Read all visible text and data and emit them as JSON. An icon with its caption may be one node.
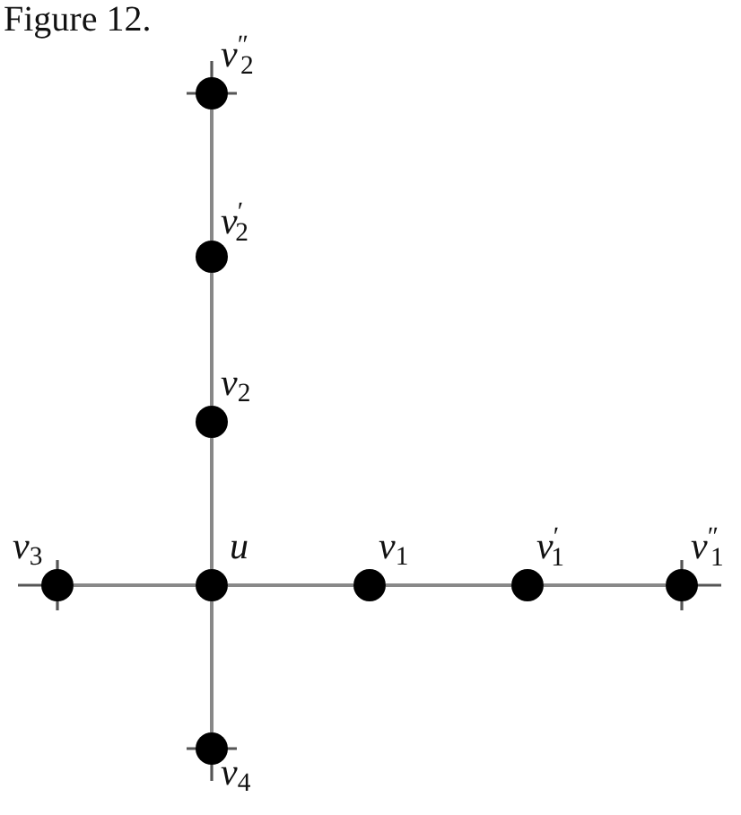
{
  "diagram": {
    "title": "Figure 12.",
    "nodes": [
      {
        "text": [],
        "shape": "circle",
        "beside": [
          "*v*$^{″}$$_{2}$"
        ]
      },
      {
        "text": [],
        "shape": "circle",
        "beside": [
          "*v*$^{′}$$_{2}$"
        ]
      },
      {
        "text": [],
        "shape": "circle",
        "beside": [
          "*v*$_{2}$"
        ]
      },
      {
        "text": [],
        "shape": "circle",
        "beside": [
          "*v*$_{3}$"
        ]
      },
      {
        "text": [],
        "shape": "circle",
        "beside": [
          "*u*"
        ]
      },
      {
        "text": [],
        "shape": "circle",
        "beside": [
          "*v*$_{1}$"
        ]
      },
      {
        "text": [],
        "shape": "circle",
        "beside": [
          "*v*$^{′}$$_{1}$"
        ]
      },
      {
        "text": [],
        "shape": "circle",
        "beside": [
          "*v*$^{″}$$_{1}$"
        ]
      },
      {
        "text": [],
        "shape": "circle",
        "beside": [
          "*v*$_{4}$"
        ]
      }
    ],
    "edges": [
      {
        "from": 0,
        "to": 1,
        "arrow": "none"
      },
      {
        "from": 1,
        "to": 2,
        "arrow": "none"
      },
      {
        "from": 2,
        "to": 4,
        "arrow": "none"
      },
      {
        "from": 3,
        "to": 4,
        "arrow": "none"
      },
      {
        "from": 4,
        "to": 5,
        "arrow": "none"
      },
      {
        "from": 5,
        "to": 6,
        "arrow": "none"
      },
      {
        "from": 6,
        "to": 7,
        "arrow": "none"
      },
      {
        "from": 4,
        "to": 8,
        "arrow": "none"
      }
    ]
  }
}
